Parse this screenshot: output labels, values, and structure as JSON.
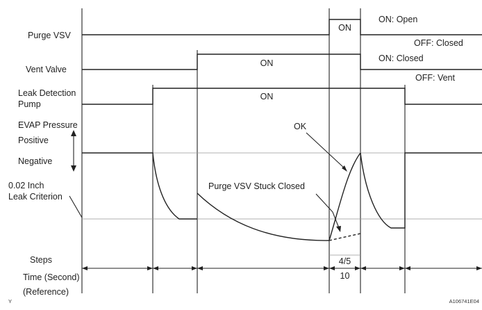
{
  "labels": {
    "purge_vsv": "Purge VSV",
    "vent_valve": "Vent Valve",
    "leak_pump_1": "Leak Detection",
    "leak_pump_2": "Pump",
    "evap_pressure": "EVAP Pressure",
    "positive": "Positive",
    "negative": "Negative",
    "criterion_1": "0.02 Inch",
    "criterion_2": "Leak Criterion",
    "steps": "Steps",
    "time_1": "Time (Second)",
    "time_2": "(Reference)",
    "corner_mark": "Y",
    "figure_id": "A106741E04"
  },
  "states": {
    "purge_on": "ON: Open",
    "purge_off": "OFF: Closed",
    "vent_on": "ON: Closed",
    "vent_off": "OFF: Vent"
  },
  "signals": {
    "purge_bar": "ON",
    "vent_bar": "ON",
    "pump_bar": "ON"
  },
  "annotations": {
    "ok": "OK",
    "stuck_closed": "Purge VSV Stuck Closed"
  },
  "timing": {
    "step": "4/5",
    "seconds": "10"
  }
}
